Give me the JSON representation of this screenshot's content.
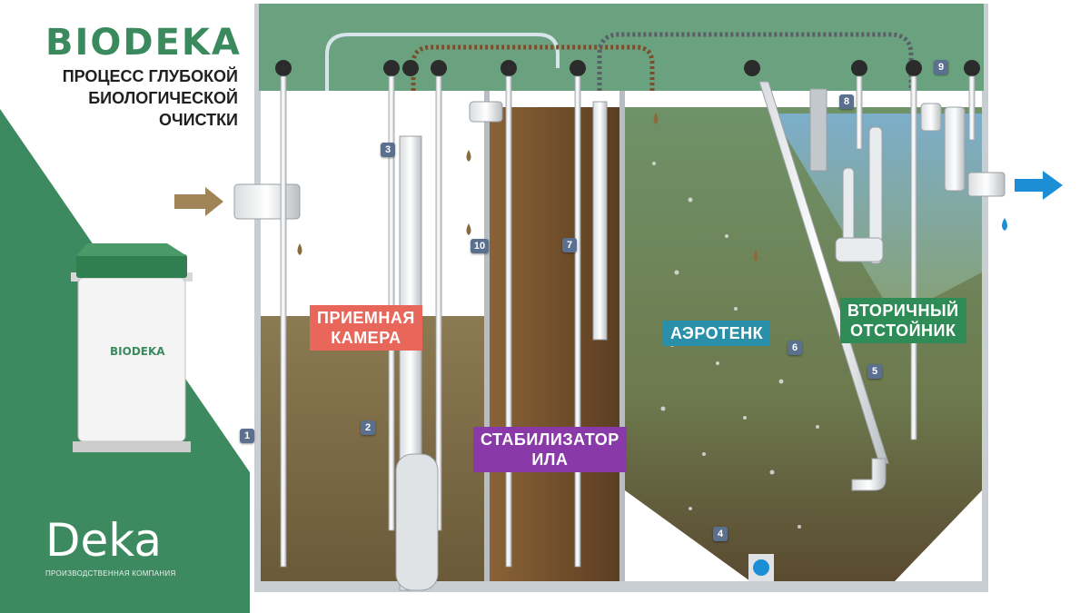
{
  "brand": {
    "name": "BIODEKA",
    "color": "#3b8a5e"
  },
  "title_lines": [
    "ПРОЦЕСС ГЛУБОКОЙ",
    "БИОЛОГИЧЕСКОЙ",
    "ОЧИСТКИ"
  ],
  "chambers": {
    "receiving": {
      "lines": [
        "ПРИЕМНАЯ",
        "КАМЕРА"
      ],
      "color": "#e8675a"
    },
    "stabilizer": {
      "lines": [
        "СТАБИЛИЗАТОР",
        "ИЛА"
      ],
      "color": "#8a3aa8"
    },
    "aerotank": {
      "lines": [
        "АЭРОТЕНК"
      ],
      "color": "#2a8fa8"
    },
    "secondary": {
      "lines": [
        "ВТОРИЧНЫЙ",
        "ОТСТОЙНИК"
      ],
      "color": "#2f8c57"
    }
  },
  "markers": [
    "1",
    "2",
    "3",
    "4",
    "5",
    "6",
    "7",
    "8",
    "9",
    "10"
  ],
  "footer_logo": {
    "name": "Deka",
    "tagline": "ПРОИЗВОДСТВЕННАЯ КОМПАНИЯ"
  },
  "tank_brand": "BIODEKA",
  "colors": {
    "green_band": "#3e8a60",
    "lid": "#6aa27f",
    "water": "#9fc7e0",
    "sludge": "#6b4a2a",
    "outlet_arrow": "#1b8fd6",
    "inlet_arrow": "#a08457"
  }
}
